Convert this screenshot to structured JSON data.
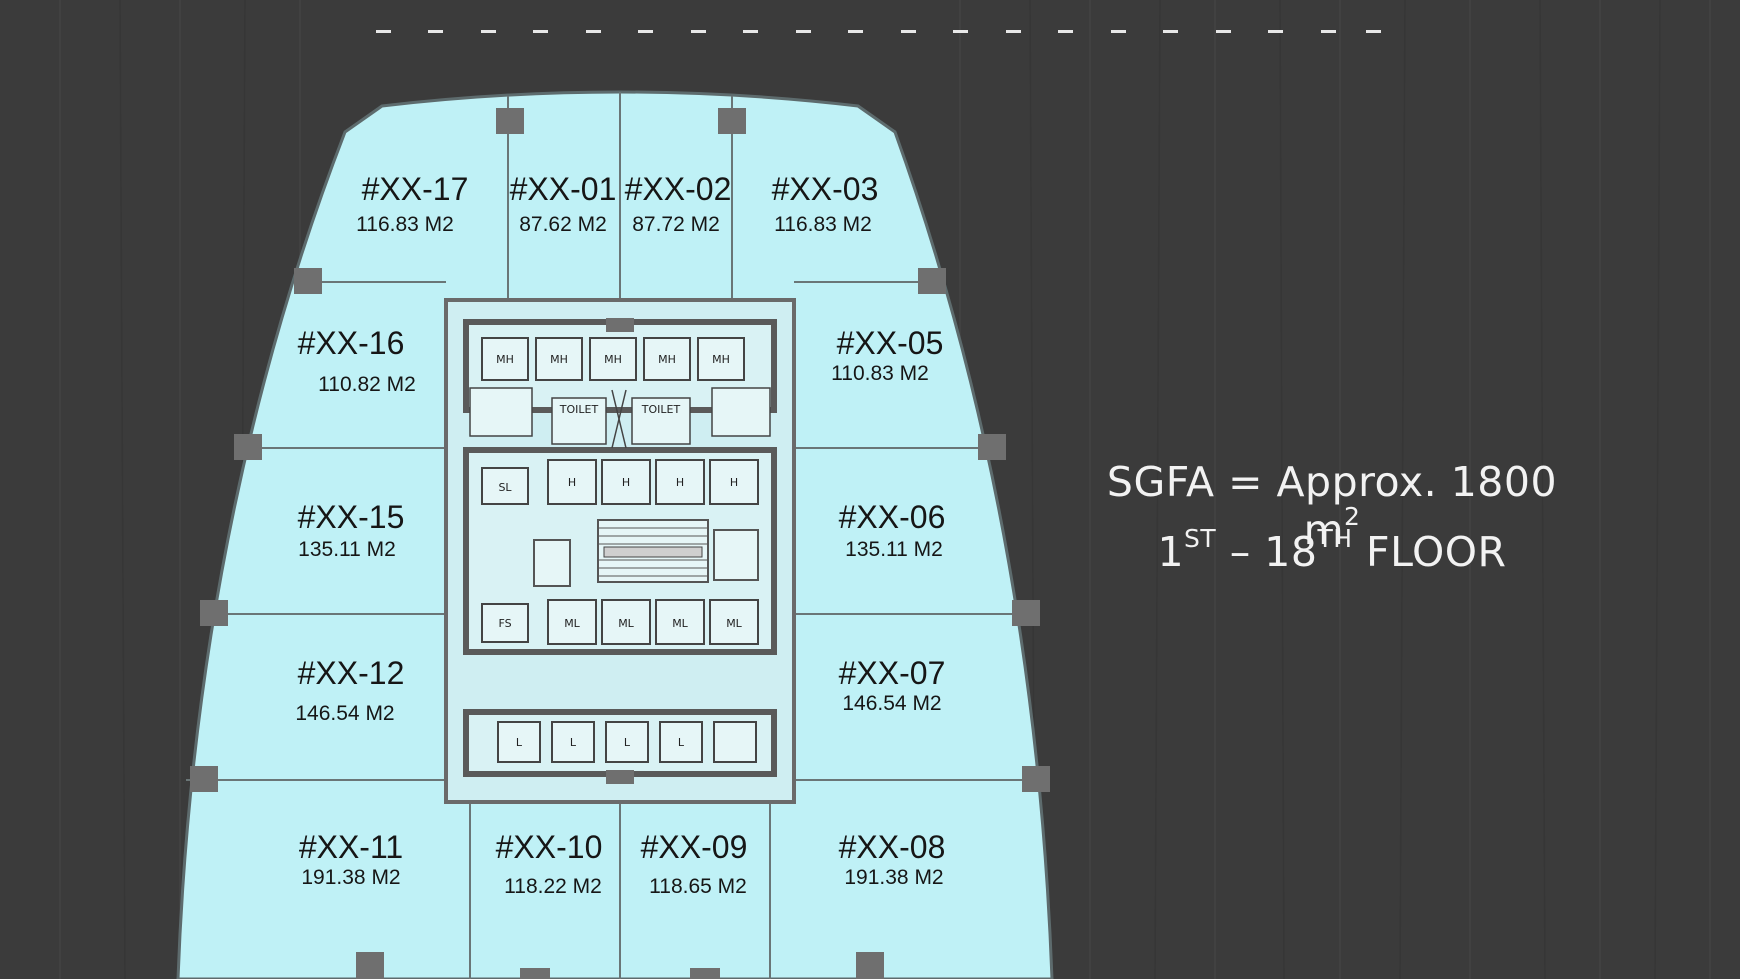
{
  "summary": {
    "sgfa_prefix": "SGFA = Approx. 1800 m",
    "sgfa_sup": "2",
    "floor_start": "1",
    "floor_start_sup": "ST",
    "floor_dash": " – 18",
    "floor_end_sup": "TH",
    "floor_suffix": " FLOOR"
  },
  "units": [
    {
      "id": "#XX-17",
      "area": "116.83 M2"
    },
    {
      "id": "#XX-01",
      "area": "87.62 M2"
    },
    {
      "id": "#XX-02",
      "area": "87.72 M2"
    },
    {
      "id": "#XX-03",
      "area": "116.83 M2"
    },
    {
      "id": "#XX-16",
      "area": "110.82 M2"
    },
    {
      "id": "#XX-05",
      "area": "110.83 M2"
    },
    {
      "id": "#XX-15",
      "area": "135.11 M2"
    },
    {
      "id": "#XX-06",
      "area": "135.11 M2"
    },
    {
      "id": "#XX-12",
      "area": "146.54 M2"
    },
    {
      "id": "#XX-07",
      "area": "146.54 M2"
    },
    {
      "id": "#XX-11",
      "area": "191.38 M2"
    },
    {
      "id": "#XX-10",
      "area": "118.22 M2"
    },
    {
      "id": "#XX-09",
      "area": "118.65 M2"
    },
    {
      "id": "#XX-08",
      "area": "191.38 M2"
    }
  ],
  "core": {
    "mh": "MH",
    "h": "H",
    "ml": "ML",
    "l": "L",
    "sl": "SL",
    "fs": "FS",
    "toilet": "TOILET"
  },
  "colors": {
    "floor_fill": "#bff1f6",
    "wall": "#6a6a6a",
    "column": "#6f6f6f",
    "background": "#3a3a3a"
  }
}
